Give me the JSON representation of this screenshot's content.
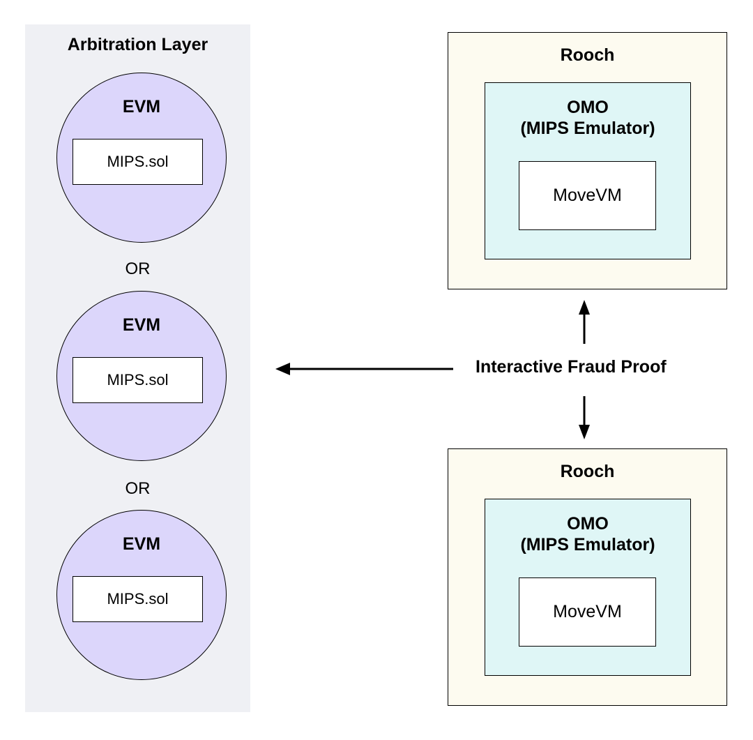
{
  "arbitration_layer": {
    "title": "Arbitration Layer",
    "evms": [
      {
        "label": "EVM",
        "contract": "MIPS.sol"
      },
      {
        "label": "EVM",
        "contract": "MIPS.sol"
      },
      {
        "label": "EVM",
        "contract": "MIPS.sol"
      }
    ],
    "separators": [
      "OR",
      "OR"
    ]
  },
  "rooch_nodes": [
    {
      "title": "Rooch",
      "emulator": "OMO\n(MIPS Emulator)",
      "emulator_line1": "OMO",
      "emulator_line2": "(MIPS Emulator)",
      "vm": "MoveVM"
    },
    {
      "title": "Rooch",
      "emulator": "OMO\n(MIPS Emulator)",
      "emulator_line1": "OMO",
      "emulator_line2": "(MIPS Emulator)",
      "vm": "MoveVM"
    }
  ],
  "fraud_proof": {
    "label": "Interactive Fraud Proof",
    "arrows": [
      "left-to-arbitration-layer",
      "up-to-rooch-top",
      "down-to-rooch-bottom"
    ]
  },
  "colors": {
    "arbitration_panel": "#eff0f4",
    "evm_circle": "#dcd6fb",
    "rooch_box": "#fdfbf0",
    "omo_box": "#dff6f6",
    "inner_box": "#ffffff"
  }
}
